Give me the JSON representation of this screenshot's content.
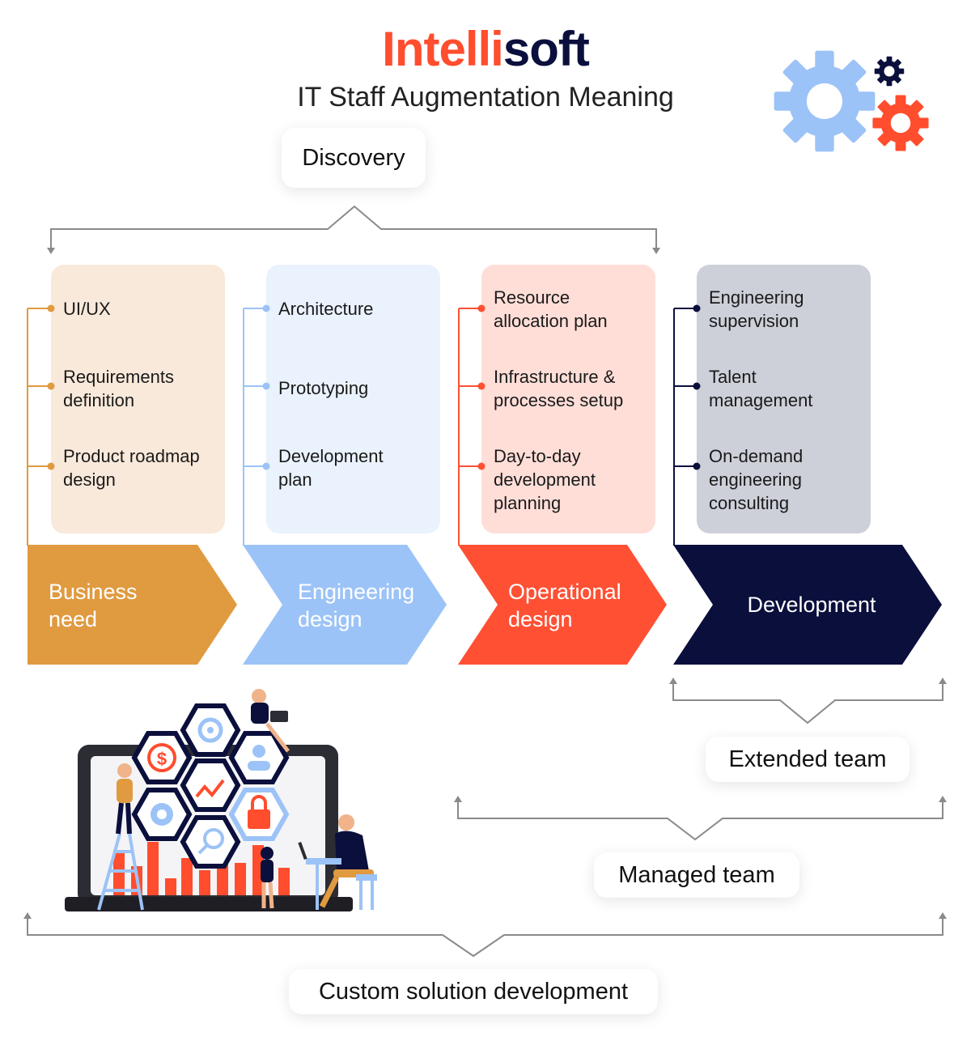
{
  "header": {
    "brand_part1": "Intelli",
    "brand_part2": "soft",
    "subtitle": "IT Staff Augmentation Meaning"
  },
  "discovery_label": "Discovery",
  "stages": [
    {
      "label": "Business need",
      "color": "#e09a40",
      "card_color": "#f9e9da",
      "dot_color": "#e09a40",
      "items": [
        "UI/UX",
        "Requirements definition",
        "Product roadmap design"
      ]
    },
    {
      "label": "Engineering design",
      "color": "#9cc3f7",
      "card_color": "#e9f2fd",
      "dot_color": "#9cc3f7",
      "items": [
        "Architecture",
        "Prototyping",
        "Development plan"
      ]
    },
    {
      "label": "Operational design",
      "color": "#ff5034",
      "card_color": "#ffded8",
      "dot_color": "#ff5034",
      "items": [
        "Resource allocation plan",
        "Infrastructure & processes setup",
        "Day-to-day development planning"
      ]
    },
    {
      "label": "Development",
      "color": "#0a0f3c",
      "card_color": "#cdd0d9",
      "dot_color": "#0a0f3c",
      "items": [
        "Engineering supervision",
        "Talent management",
        "On-demand engineering consulting"
      ]
    }
  ],
  "team_labels": {
    "extended": "Extended team",
    "managed": "Managed team",
    "custom": "Custom solution development"
  },
  "icons": [
    "gear-icon",
    "dollar-icon",
    "user-icon",
    "chart-icon",
    "lock-icon",
    "search-icon",
    "target-icon"
  ],
  "colors": {
    "brand_red": "#ff4d2e",
    "brand_navy": "#0a0f3c",
    "gear_blue": "#9cc3f7"
  }
}
